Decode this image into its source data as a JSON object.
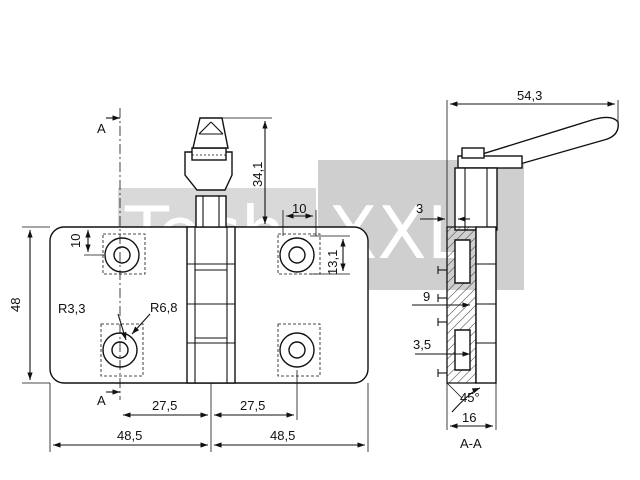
{
  "watermark": {
    "text": "TechXXL",
    "part1": "Tech",
    "part2": "XXL"
  },
  "front_view": {
    "section_mark_top": "A",
    "section_mark_bottom": "A",
    "dimensions": {
      "overall_height": "48",
      "lever_height": "34,1",
      "hole_offset_top": "10",
      "counterbore_width": "10",
      "counterbore_height": "13,1",
      "radius_inner": "R3,3",
      "radius_outer": "R6,8",
      "hole_spacing_left": "27,5",
      "hole_spacing_right": "27,5",
      "half_width_left": "48,5",
      "half_width_right": "48,5"
    }
  },
  "section_view": {
    "label": "A-A",
    "dimensions": {
      "lever_length": "54,3",
      "top_step": "3",
      "mid_depth": "9",
      "slot_width": "3,5",
      "angle": "45°",
      "thickness": "16"
    }
  }
}
